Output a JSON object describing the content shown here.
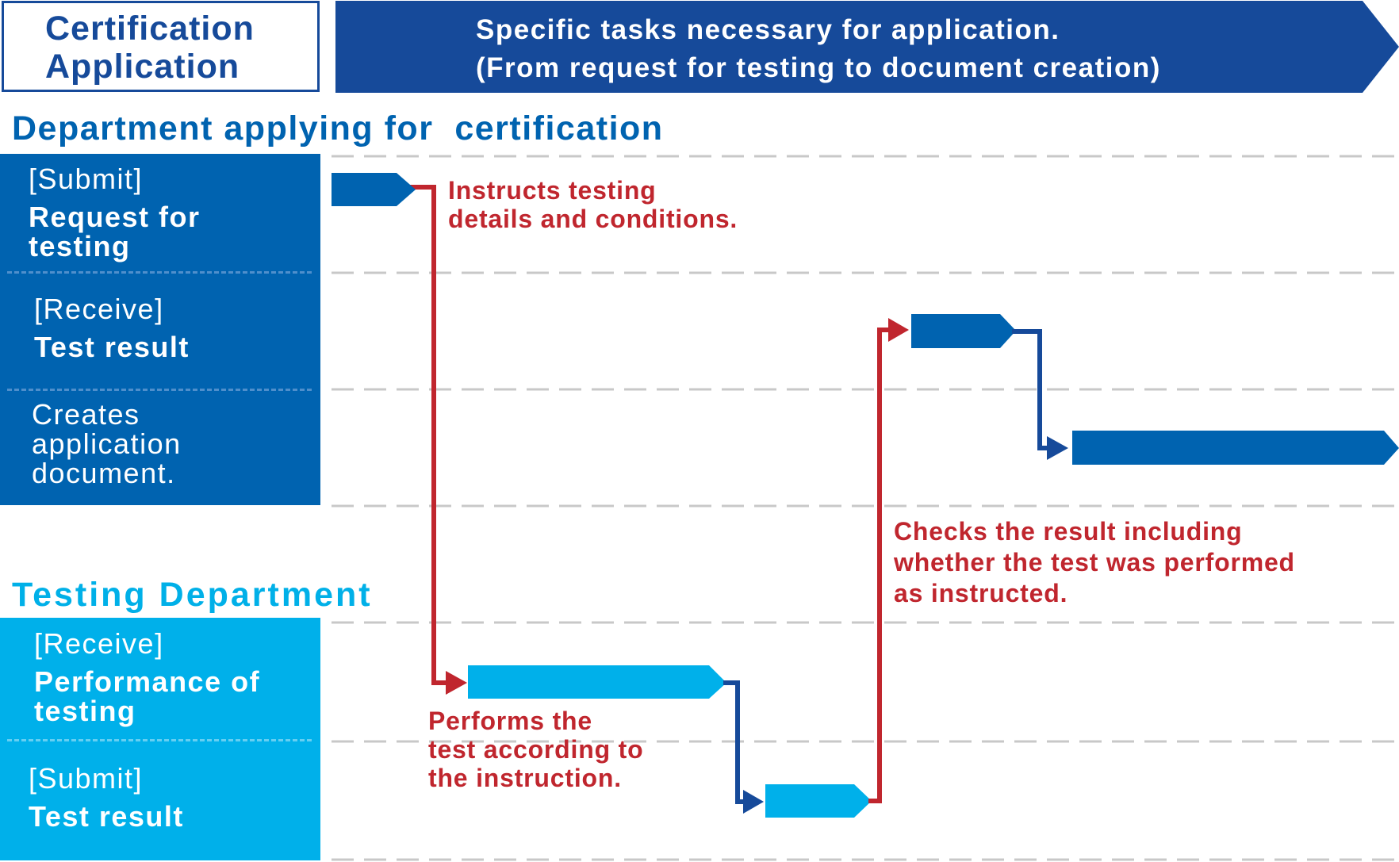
{
  "header": {
    "title_line1": "Certification",
    "title_line2": "Application",
    "banner_line1": "Specific tasks necessary for application.",
    "banner_line2": "(From request for testing to document creation)"
  },
  "lanes": {
    "applying": {
      "title": "Department applying for  certification",
      "color": "#0063b0",
      "rows": [
        {
          "tag": "[Submit]",
          "label_line1": "Request for",
          "label_line2": "testing"
        },
        {
          "tag": "[Receive]",
          "label_line1": "Test result",
          "label_line2": ""
        },
        {
          "tag": "",
          "label_line1": "Creates",
          "label_line2": "application",
          "label_line3": "document."
        }
      ]
    },
    "testing": {
      "title": "Testing Department",
      "color": "#00b0ea",
      "rows": [
        {
          "tag": "[Receive]",
          "label_line1": "Performance of",
          "label_line2": "testing"
        },
        {
          "tag": "[Submit]",
          "label_line1": "Test result",
          "label_line2": ""
        }
      ]
    }
  },
  "notes": {
    "instructs_line1": "Instructs testing",
    "instructs_line2": "details and conditions.",
    "performs_line1": "Performs the",
    "performs_line2": "test according to",
    "performs_line3": "the instruction.",
    "checks_line1": "Checks the result including",
    "checks_line2": "whether the test was performed",
    "checks_line3": "as instructed."
  },
  "colors": {
    "header_blue": "#164a9a",
    "applying_blue": "#0063b0",
    "testing_cyan": "#00b0ea",
    "note_red": "#c0262e",
    "connector_navy": "#164a9a",
    "gridline_gray": "#c8c8c8"
  }
}
